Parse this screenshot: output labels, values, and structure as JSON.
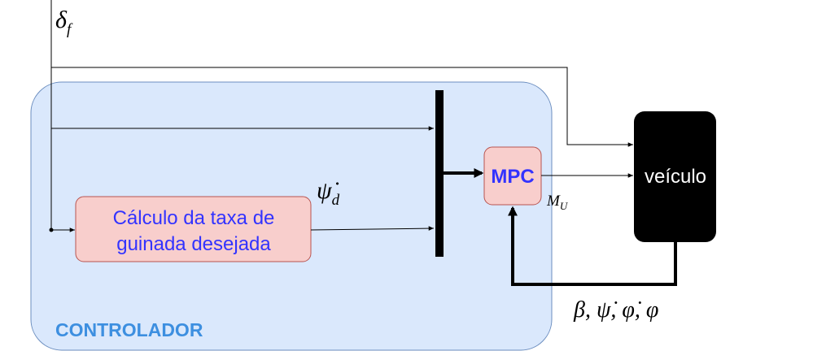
{
  "input_signal": {
    "symbol": "δ",
    "subscript": "f"
  },
  "controller": {
    "label": "CONTROLADOR",
    "fill": "#dae8fc",
    "stroke": "#6c8ebf",
    "label_color": "#3d8fe0"
  },
  "yaw_rate_block": {
    "line1": "Cálculo da taxa de",
    "line2": "guinada desejada",
    "fill": "#f8cecc",
    "stroke": "#b85450",
    "text_color": "#3333ff"
  },
  "yaw_rate_output": {
    "symbol": "ψ̇",
    "subscript": "d"
  },
  "mpc_block": {
    "label": "MPC",
    "fill": "#f8cecc",
    "stroke": "#b85450",
    "text_color": "#3333ff"
  },
  "mpc_output": {
    "symbol": "M",
    "subscript": "U"
  },
  "vehicle_block": {
    "label": "veículo",
    "fill": "#000000",
    "text_color": "#ffffff"
  },
  "feedback_states": "β, ψ̇, φ̇, φ"
}
